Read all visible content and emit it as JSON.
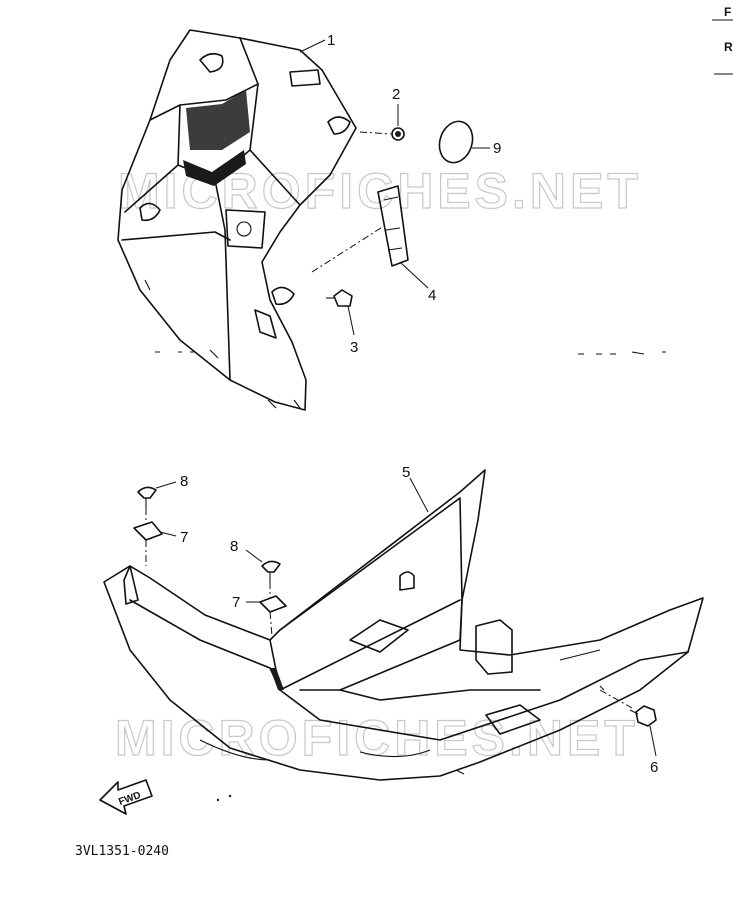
{
  "header": {
    "corner_letters": [
      "F",
      "R"
    ]
  },
  "watermark": {
    "text": "MICROFICHES.NET"
  },
  "callouts": [
    {
      "id": "c1",
      "label": "1"
    },
    {
      "id": "c2",
      "label": "2"
    },
    {
      "id": "c3",
      "label": "3"
    },
    {
      "id": "c4",
      "label": "4"
    },
    {
      "id": "c9",
      "label": "9"
    },
    {
      "id": "c5",
      "label": "5"
    },
    {
      "id": "c6",
      "label": "6"
    },
    {
      "id": "c7a",
      "label": "7"
    },
    {
      "id": "c7b",
      "label": "7"
    },
    {
      "id": "c8a",
      "label": "8"
    },
    {
      "id": "c8b",
      "label": "8"
    }
  ],
  "direction_arrow": {
    "label": "FWD"
  },
  "drawing_code": "3VL1351-0240"
}
